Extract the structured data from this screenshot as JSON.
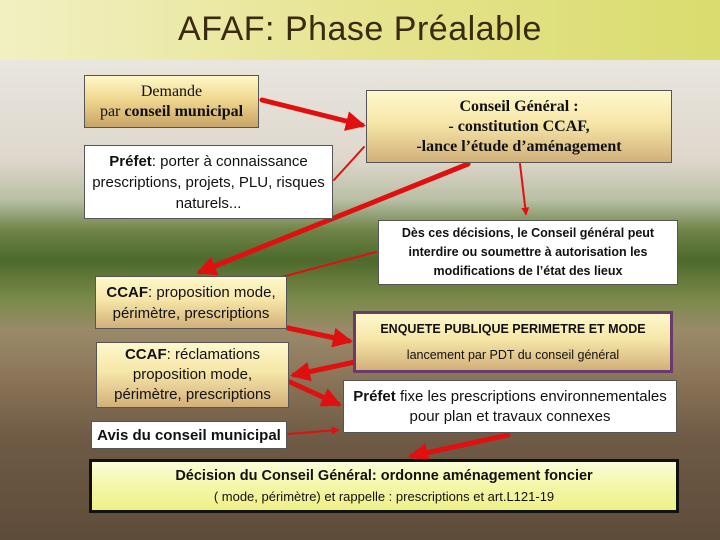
{
  "title": "AFAF: Phase Préalable",
  "colors": {
    "arrow": "#e01010",
    "enquete_border": "#6a3a6e"
  },
  "boxes": {
    "demande": {
      "line1": "Demande",
      "line2_prefix": "par ",
      "line2_bold": "conseil municipal"
    },
    "conseil_general": {
      "line1": "Conseil Général :",
      "line2": "- constitution CCAF,",
      "line3": "-lance l’étude d’aménagement"
    },
    "prefet1": {
      "bold": "Préfet",
      "line1_rest": ": porter à connaissance",
      "line2": "prescriptions, projets, PLU, risques",
      "line3": "naturels..."
    },
    "decisions": {
      "line1": "Dès ces décisions, le Conseil général peut",
      "line2": "interdire ou soumettre à autorisation les",
      "line3": "modifications de l’état des lieux"
    },
    "ccaf1": {
      "bold": "CCAF",
      "line1_rest": ": proposition mode,",
      "line2": "périmètre, prescriptions"
    },
    "enquete": {
      "line1": "ENQUETE PUBLIQUE PERIMETRE ET MODE",
      "line2": "lancement par PDT du conseil général"
    },
    "ccaf2": {
      "bold": "CCAF",
      "line1_rest": ": réclamations",
      "line2": "proposition mode,",
      "line3": "périmètre, prescriptions"
    },
    "prefet2": {
      "bold": "Préfet",
      "line1_rest": " fixe les prescriptions environnementales",
      "line2": "pour plan et travaux connexes"
    },
    "avis": {
      "label": "Avis du conseil municipal"
    },
    "decision_finale": {
      "line1": "Décision du Conseil Général: ordonne aménagement foncier",
      "line2": "( mode, périmètre) et rappelle : prescriptions  et art.L121-19"
    }
  }
}
